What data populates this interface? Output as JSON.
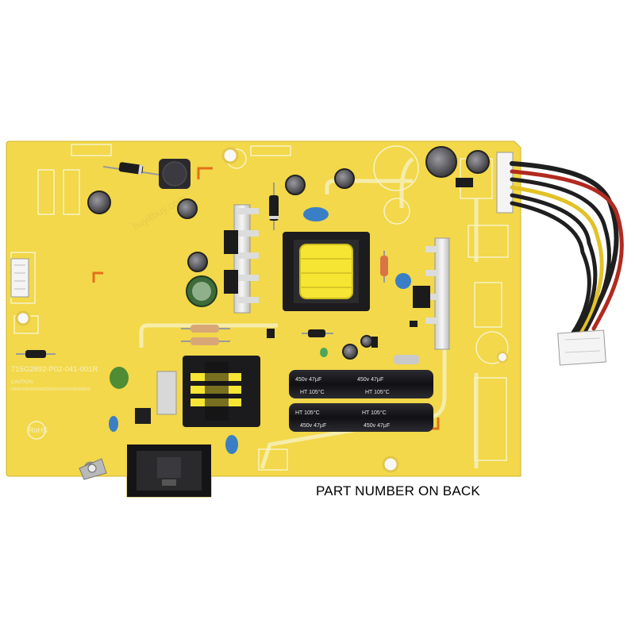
{
  "board": {
    "silk_part_number": "715G2892-P02-041-001R",
    "caution_text": "CAUTION: DOUBLE POLE/ NEUTRAL FUSING FOR CONTINUED PROTECTION AGAINST RISK OF FIRE, REPLACE ONLY WITH SAME TYPE AND RATING OF FUSE",
    "rohs_mark": "RoHS",
    "capacitor_print": "450v 47µF",
    "capacitor_temp": "HT 105°C",
    "watermark": "buyitbuy.com"
  },
  "caption": "PART NUMBER ON BACK",
  "colors": {
    "pcb": "#f2d84a",
    "silkscreen": "#f6efb6",
    "capacitor_black": "#16161a",
    "transformer_yellow": "#f6e533",
    "heatsink": "#e4e4e4"
  }
}
